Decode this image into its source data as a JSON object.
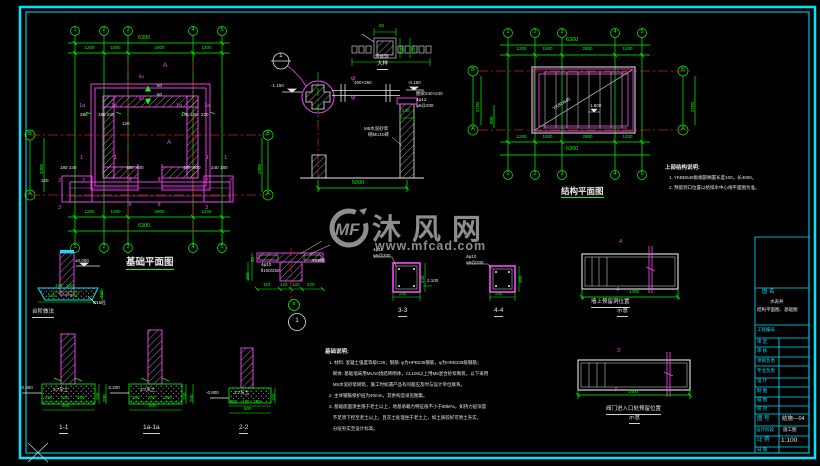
{
  "colors": {
    "green": "#00ff00",
    "magenta": "#ff44ff",
    "red": "#cc2222",
    "cyan": "#00e5ff",
    "white": "#e8e8e8",
    "watermark_gray": "#9a9a9a"
  },
  "watermark": {
    "logo": "MF",
    "brand": "沐风网",
    "url": "www.mfcad.com"
  },
  "fp": {
    "title": "基础平面图",
    "cols": [
      "1",
      "2",
      "3",
      "4",
      "5"
    ],
    "row_b": "B",
    "row_a": "A",
    "total": "6300",
    "seg": [
      "1200",
      "1000",
      "2900",
      "1200"
    ],
    "side": "3300",
    "mark_iia": "Ⅱa",
    "mark_a": "A",
    "mark_1a": "1a",
    "mark_1": "1",
    "mark_2": "2",
    "mark_3": "3",
    "mark_ii": "Ⅱ",
    "t60": "60",
    "t120": "120",
    "row1": [
      "280",
      "180",
      "240",
      "140",
      "120",
      "220"
    ],
    "row2": [
      "180",
      "240",
      "400",
      "400",
      "400",
      "400",
      "240",
      "180"
    ]
  },
  "step": {
    "level": "±0.000",
    "conc": "C15砼",
    "d120": "120",
    "d240": "240",
    "side": "450",
    "label": "台阶做法"
  },
  "sec": [
    {
      "label": "1-1",
      "level": "-0.800",
      "soil": "3:7灰土",
      "d": [
        "280",
        "240",
        "280"
      ],
      "total": "800",
      "s1": "150",
      "s2": "200"
    },
    {
      "label": "1a-1a",
      "level": "-2.200",
      "soil": "3:7灰土",
      "d": [
        "280",
        "240",
        "280"
      ],
      "total": "800",
      "s1": "150",
      "s2": "200"
    },
    {
      "label": "2-2",
      "level": "-0.800",
      "soil": "3:7灰土",
      "d": [
        "190",
        "120",
        "190"
      ],
      "total": "500",
      "s1": "150"
    }
  ],
  "pipe": {
    "bubble": "1",
    "size": "400×250",
    "phi": "φ",
    "lvl_l": "-1.150",
    "lvl_r": "-0.150",
    "note1": "圈梁240×240",
    "note2": "4φ12",
    "note3": "φ6@200",
    "d240": "240",
    "wall1": "M5水泥砂浆",
    "wall2": "砌MU10砖",
    "total": "5000"
  },
  "hole": {
    "d60": "60",
    "d240": "240",
    "d120": "120",
    "mid": "预留洞",
    "title": "大样"
  },
  "sp": {
    "title": "结构平面图",
    "cols": [
      "1",
      "2",
      "3",
      "4",
      "5"
    ],
    "row_b": "B",
    "row_a": "A",
    "total": "6300",
    "seg": [
      "1200",
      "1000",
      "2900",
      "1200"
    ],
    "side": "2700",
    "d800": "800",
    "slab": "YKBD645",
    "level": "1.800"
  },
  "upper": {
    "title": "上部结构说明:",
    "l1": "1. YKBD645板端部搁置长度100，长4500。",
    "l2": "2. 预留洞口位置以给排水中心线平面图为准。"
  },
  "tb": {
    "n1": "4φ10",
    "n2": "Ⅱ100/250",
    "slab": "YKB板",
    "d": [
      "110",
      "120",
      "120",
      "220"
    ],
    "s1": "80",
    "s2": "250",
    "bub": "B",
    "cir": "1"
  },
  "s33": {
    "n1": "4φ12",
    "n2": "φ6@200",
    "w": "240",
    "h": "240",
    "lvl": "2.100",
    "label": "3-3"
  },
  "s44": {
    "n1": "4φ10",
    "n2": "φ6@200",
    "w": "240",
    "h": "300",
    "label": "4-4"
  },
  "slabs": [
    {
      "mark": "4",
      "dim": "1400",
      "l1": "墙上预留洞位置",
      "l2": "示意"
    },
    {
      "mark": "3",
      "dim": "1400",
      "l1": "阀门进入口处预留位置",
      "l2": "示意"
    }
  ],
  "notes": {
    "title": "基础说明:",
    "lines": [
      "1. 材料: 混凝土强度等级C25；钢筋: φ为HPB235钢筋，φ为HRB335级钢筋；",
      "   砌体: 基础墙采用MU10烧结砖砌体，CL100以上用M5混合砂浆砌筑，以下采用",
      "   M5水泥砂浆砌筑，施工时如遇产品有问题应及时与设计单位联系。",
      "2. 主体钢筋保护层为40mm，其余构造详见图集。",
      "3. 基础底面须坐落于老土以上，地基承载力特征值不小于80kPa，如持力层深度",
      "   不足须下挖至老土以上，且灰土处理坐于老土上，如土质较好可原土夯实，",
      "   分层夯实至设计标高。"
    ]
  },
  "tbk": {
    "name_label": "图 名",
    "name1": "水表井",
    "name2": "结构平面图、基础图",
    "proj": "工程编号",
    "rows": [
      "审 定",
      "审 核",
      "项目负责",
      "专业负责",
      "设 计",
      "制 图",
      "描 图",
      "校 对"
    ],
    "no_label": "图 号",
    "no": "结施—04",
    "stage_label": "设计阶段",
    "stage": "施工图",
    "scale_label": "比 例",
    "scale": "1:100",
    "date_label": "日 期"
  }
}
